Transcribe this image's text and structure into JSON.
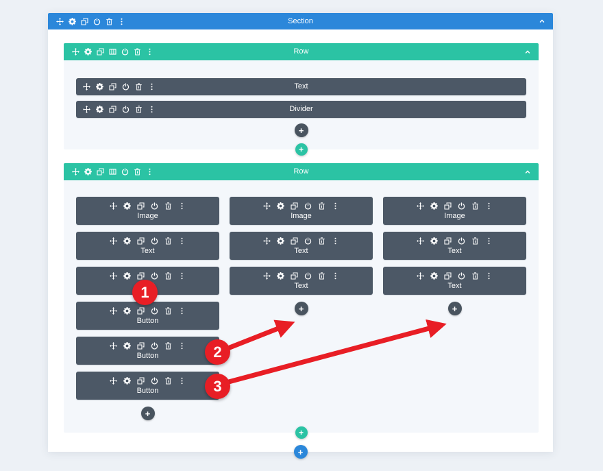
{
  "colors": {
    "page_bg": "#edf1f6",
    "section_bg": "#ffffff",
    "row_bg": "#f4f7fb",
    "section_header": "#2b87da",
    "row_header": "#2bc3a4",
    "module_bar": "#4c5866",
    "add_module_dark": "#49545f",
    "annotation_red": "#e81e25"
  },
  "toolbars": {
    "section": [
      "move",
      "settings",
      "duplicate",
      "disable",
      "delete",
      "options"
    ],
    "row": [
      "move",
      "settings",
      "duplicate",
      "columns",
      "disable",
      "delete",
      "options"
    ],
    "module": [
      "move",
      "settings",
      "duplicate",
      "disable",
      "delete",
      "options"
    ]
  },
  "section": {
    "label": "Section",
    "add_section_label": "+",
    "rows": [
      {
        "label": "Row",
        "add_row_label": "+",
        "columns": [
          {
            "modules": [
              "Text",
              "Divider"
            ],
            "add_module_label": "+"
          }
        ]
      },
      {
        "label": "Row",
        "add_row_label": "+",
        "columns": [
          {
            "modules": [
              "Image",
              "Text",
              "Text",
              "Button",
              "Button",
              "Button"
            ],
            "add_module_label": "+"
          },
          {
            "modules": [
              "Image",
              "Text",
              "Text"
            ],
            "add_module_label": "+"
          },
          {
            "modules": [
              "Image",
              "Text",
              "Text"
            ],
            "add_module_label": "+"
          }
        ]
      }
    ]
  },
  "annotations": {
    "steps": [
      "1",
      "2",
      "3"
    ]
  }
}
